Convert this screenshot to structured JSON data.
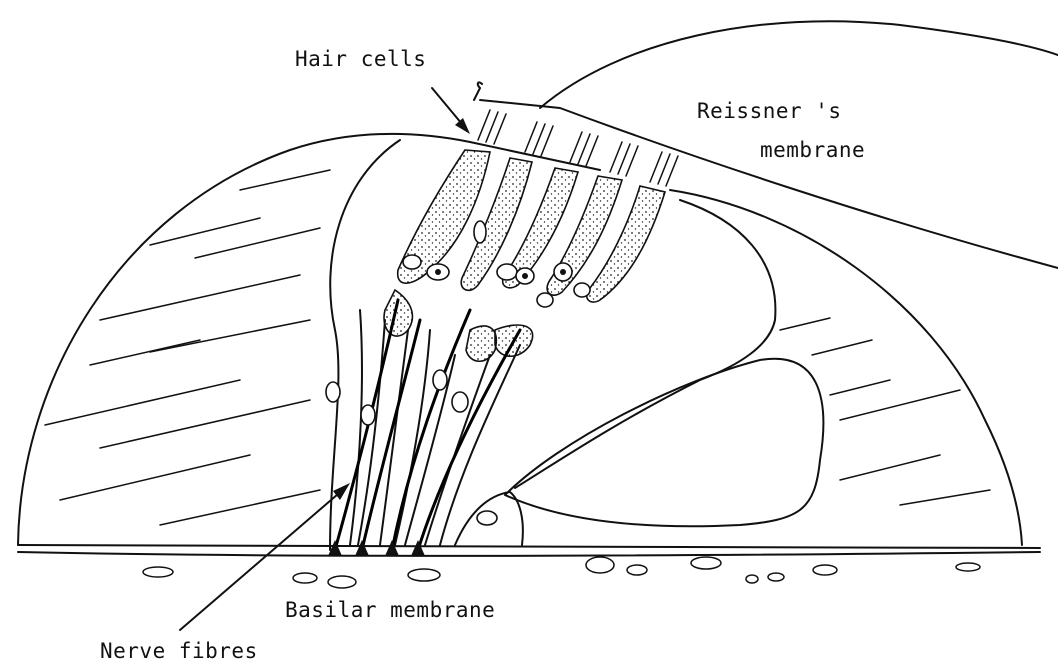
{
  "labels": {
    "hair_cells": "Hair cells",
    "reissner_line1": "Reissner 's",
    "reissner_line2": "membrane",
    "basilar": "Basilar membrane",
    "nerve_fibres": "Nerve fibres"
  }
}
